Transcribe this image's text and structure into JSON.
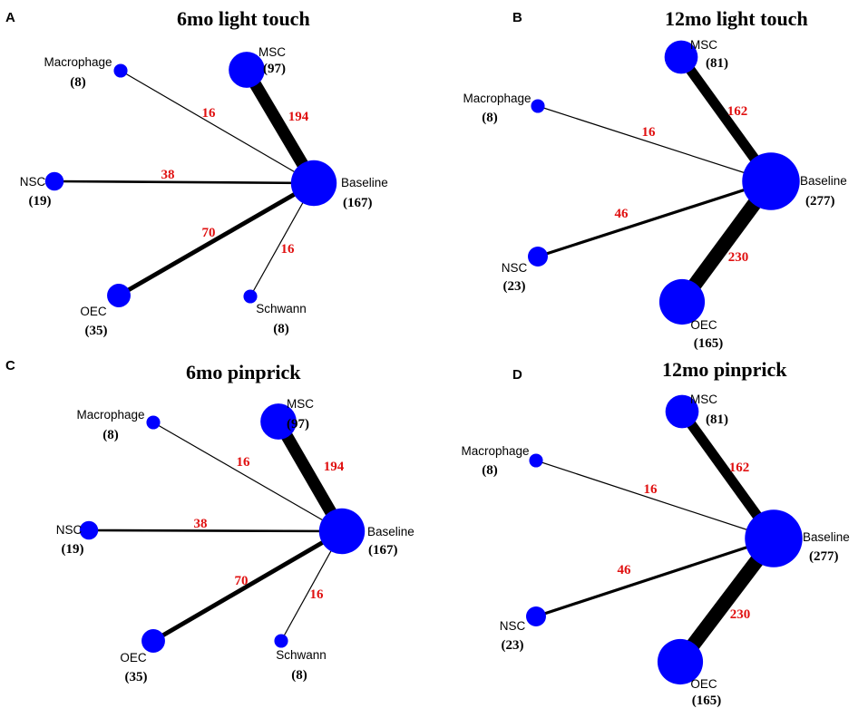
{
  "colors": {
    "node": "#0000ff",
    "edge": "#000000",
    "edge_label": "#e01010"
  },
  "panels": [
    {
      "letter": "A",
      "title": "6mo light touch",
      "nodes": [
        {
          "id": "baseline",
          "name": "Baseline",
          "count": "(167)",
          "n": 167
        },
        {
          "id": "msc",
          "name": "MSC",
          "count": "(97)",
          "n": 97
        },
        {
          "id": "macrophage",
          "name": "Macrophage",
          "count": "(8)",
          "n": 8
        },
        {
          "id": "nsc",
          "name": "NSC",
          "count": "(19)",
          "n": 19
        },
        {
          "id": "oec",
          "name": "OEC",
          "count": "(35)",
          "n": 35
        },
        {
          "id": "schwann",
          "name": "Schwann",
          "count": "(8)",
          "n": 8
        }
      ],
      "edges": [
        {
          "from": "baseline",
          "to": "msc",
          "label": "194",
          "w": 194
        },
        {
          "from": "baseline",
          "to": "macrophage",
          "label": "16",
          "w": 16
        },
        {
          "from": "baseline",
          "to": "nsc",
          "label": "38",
          "w": 38
        },
        {
          "from": "baseline",
          "to": "oec",
          "label": "70",
          "w": 70
        },
        {
          "from": "baseline",
          "to": "schwann",
          "label": "16",
          "w": 16
        }
      ]
    },
    {
      "letter": "B",
      "title": "12mo light touch",
      "nodes": [
        {
          "id": "baseline",
          "name": "Baseline",
          "count": "(277)",
          "n": 277
        },
        {
          "id": "msc",
          "name": "MSC",
          "count": "(81)",
          "n": 81
        },
        {
          "id": "macrophage",
          "name": "Macrophage",
          "count": "(8)",
          "n": 8
        },
        {
          "id": "nsc",
          "name": "NSC",
          "count": "(23)",
          "n": 23
        },
        {
          "id": "oec",
          "name": "OEC",
          "count": "(165)",
          "n": 165
        }
      ],
      "edges": [
        {
          "from": "baseline",
          "to": "msc",
          "label": "162",
          "w": 162
        },
        {
          "from": "baseline",
          "to": "macrophage",
          "label": "16",
          "w": 16
        },
        {
          "from": "baseline",
          "to": "nsc",
          "label": "46",
          "w": 46
        },
        {
          "from": "baseline",
          "to": "oec",
          "label": "230",
          "w": 230
        }
      ]
    },
    {
      "letter": "C",
      "title": "6mo pinprick",
      "nodes": [
        {
          "id": "baseline",
          "name": "Baseline",
          "count": "(167)",
          "n": 167
        },
        {
          "id": "msc",
          "name": "MSC",
          "count": "(97)",
          "n": 97
        },
        {
          "id": "macrophage",
          "name": "Macrophage",
          "count": "(8)",
          "n": 8
        },
        {
          "id": "nsc",
          "name": "NSC",
          "count": "(19)",
          "n": 19
        },
        {
          "id": "oec",
          "name": "OEC",
          "count": "(35)",
          "n": 35
        },
        {
          "id": "schwann",
          "name": "Schwann",
          "count": "(8)",
          "n": 8
        }
      ],
      "edges": [
        {
          "from": "baseline",
          "to": "msc",
          "label": "194",
          "w": 194
        },
        {
          "from": "baseline",
          "to": "macrophage",
          "label": "16",
          "w": 16
        },
        {
          "from": "baseline",
          "to": "nsc",
          "label": "38",
          "w": 38
        },
        {
          "from": "baseline",
          "to": "oec",
          "label": "70",
          "w": 70
        },
        {
          "from": "baseline",
          "to": "schwann",
          "label": "16",
          "w": 16
        }
      ]
    },
    {
      "letter": "D",
      "title": "12mo pinprick",
      "nodes": [
        {
          "id": "baseline",
          "name": "Baseline",
          "count": "(277)",
          "n": 277
        },
        {
          "id": "msc",
          "name": "MSC",
          "count": "(81)",
          "n": 81
        },
        {
          "id": "macrophage",
          "name": "Macrophage",
          "count": "(8)",
          "n": 8
        },
        {
          "id": "nsc",
          "name": "NSC",
          "count": "(23)",
          "n": 23
        },
        {
          "id": "oec",
          "name": "OEC",
          "count": "(165)",
          "n": 165
        }
      ],
      "edges": [
        {
          "from": "baseline",
          "to": "msc",
          "label": "162",
          "w": 162
        },
        {
          "from": "baseline",
          "to": "macrophage",
          "label": "16",
          "w": 16
        },
        {
          "from": "baseline",
          "to": "nsc",
          "label": "46",
          "w": 46
        },
        {
          "from": "baseline",
          "to": "oec",
          "label": "230",
          "w": 230
        }
      ]
    }
  ]
}
